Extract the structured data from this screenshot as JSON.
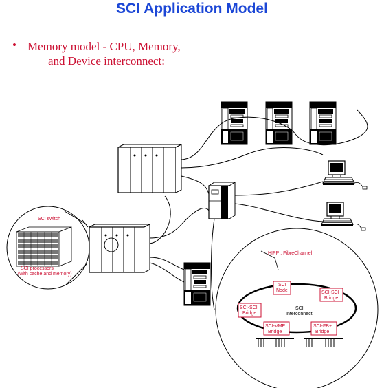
{
  "title": "SCI Application Model",
  "bullet": {
    "symbol": "•",
    "line1": "Memory model - CPU, Memory,",
    "line2": "and Device interconnect:"
  },
  "diagram": {
    "switch_label": "SCI switch",
    "processors_label_1": "SCI processors",
    "processors_label_2": "(with cache and memory)",
    "hippi_label": "HIPPI, FibreChannel",
    "sci_node_1": "SCI",
    "sci_node_2": "Node",
    "sci_sci_bridge_right_1": "SCI-SCI",
    "sci_sci_bridge_right_2": "Bridge",
    "sci_sci_bridge_left_1": "SCI-SCI",
    "sci_sci_bridge_left_2": "Bridge",
    "sci_interconnect_1": "SCI",
    "sci_interconnect_2": "Interconnect",
    "sci_vme_bridge_1": "SCI-VME",
    "sci_vme_bridge_2": "Bridge",
    "sci_fb_bridge_1": "SCI-FB+",
    "sci_fb_bridge_2": "Bridge"
  },
  "colors": {
    "title": "#1c47d6",
    "bullet": "#cc1133",
    "bridge_box": "#cc1133"
  }
}
